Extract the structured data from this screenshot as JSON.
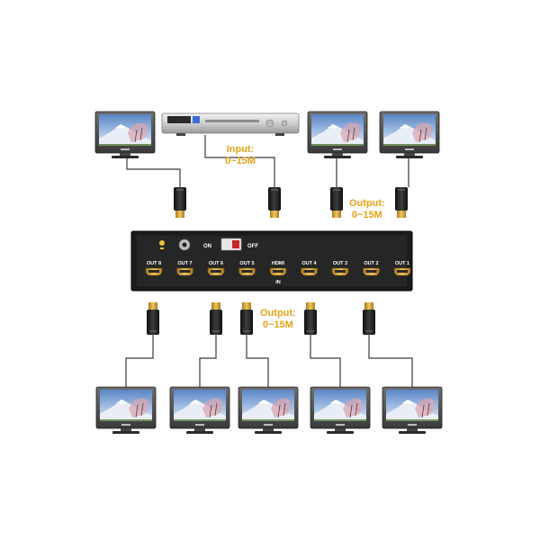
{
  "labels": {
    "input_title": "Input:",
    "input_range": "0~15M",
    "output_right_title": "Output:",
    "output_right_range": "0~15M",
    "output_bottom_title": "Output:",
    "output_bottom_range": "0~15M"
  },
  "splitter": {
    "switch_on": "ON",
    "switch_off": "OFF",
    "ports": [
      "OUT 8",
      "OUT 7",
      "OUT 6",
      "OUT 5",
      "HDMI",
      "OUT 4",
      "OUT 3",
      "OUT 2",
      "OUT 1"
    ],
    "hdmi_sub": "IN"
  },
  "colors": {
    "accent": "#e8a317",
    "device_body": "#1c1c1c",
    "port_gold": "#d8a93a",
    "cable": "#333333"
  }
}
